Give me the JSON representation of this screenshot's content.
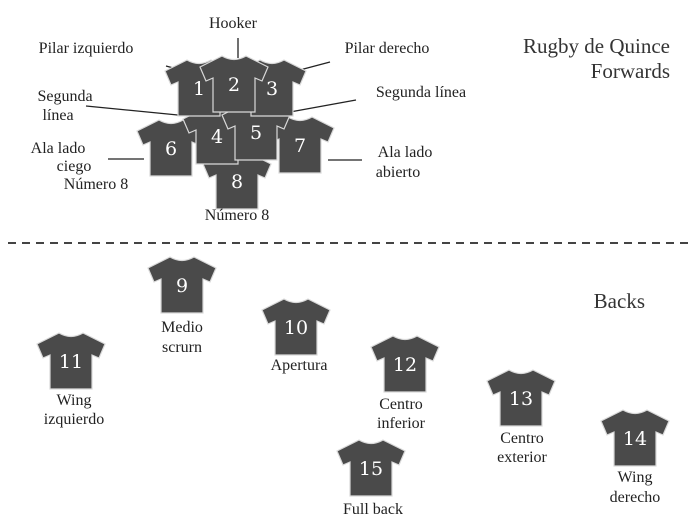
{
  "colors": {
    "shirt": "#4a4a4a",
    "text": "#222222",
    "divider": "#444444"
  },
  "titles": {
    "forwards_line1": "Rugby de Quince",
    "forwards_line2": "Forwards",
    "backs": "Backs"
  },
  "players": [
    {
      "key": "p1",
      "number": "1"
    },
    {
      "key": "p2",
      "number": "2"
    },
    {
      "key": "p3",
      "number": "3"
    },
    {
      "key": "p4",
      "number": "4"
    },
    {
      "key": "p5",
      "number": "5"
    },
    {
      "key": "p6",
      "number": "6"
    },
    {
      "key": "p7",
      "number": "7"
    },
    {
      "key": "p8",
      "number": "8"
    },
    {
      "key": "p9",
      "number": "9"
    },
    {
      "key": "p10",
      "number": "10"
    },
    {
      "key": "p11",
      "number": "11"
    },
    {
      "key": "p12",
      "number": "12"
    },
    {
      "key": "p13",
      "number": "13"
    },
    {
      "key": "p14",
      "number": "14"
    },
    {
      "key": "p15",
      "number": "15"
    }
  ],
  "labels": {
    "hooker": "Hooker",
    "pilar_izquierdo": "Pilar izquierdo",
    "pilar_derecho": "Pilar derecho",
    "segunda_linea_left_1": "Segunda",
    "segunda_linea_left_2": "línea",
    "segunda_linea_right": "Segunda línea",
    "ala_lado_ciego_1": "Ala lado",
    "ala_lado_ciego_2": "ciego",
    "numero8_left": "Número 8",
    "ala_lado_abierto_1": "Ala lado",
    "ala_lado_abierto_2": "abierto",
    "numero8_bottom": "Número 8",
    "medio_scrum_1": "Medio",
    "medio_scrum_2": "scrurn",
    "apertura": "Apertura",
    "wing_izq_1": "Wing",
    "wing_izq_2": "izquierdo",
    "centro_inf_1": "Centro",
    "centro_inf_2": "inferior",
    "centro_ext_1": "Centro",
    "centro_ext_2": "exterior",
    "wing_der_1": "Wing",
    "wing_der_2": "derecho",
    "full_back": "Full back"
  }
}
